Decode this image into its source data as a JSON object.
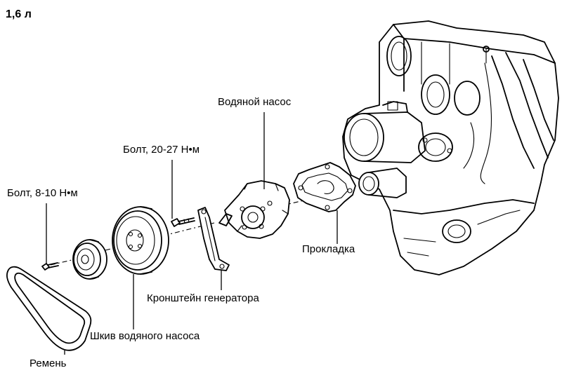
{
  "title": "1,6 л",
  "labels": {
    "water_pump": "Водяной насос",
    "bolt_large": "Болт, 20-27 Н•м",
    "bolt_small": "Болт, 8-10 Н•м",
    "gasket": "Прокладка",
    "alternator_bracket": "Кронштейн генератора",
    "pump_pulley": "Шкив водяного насоса",
    "belt": "Ремень"
  }
}
